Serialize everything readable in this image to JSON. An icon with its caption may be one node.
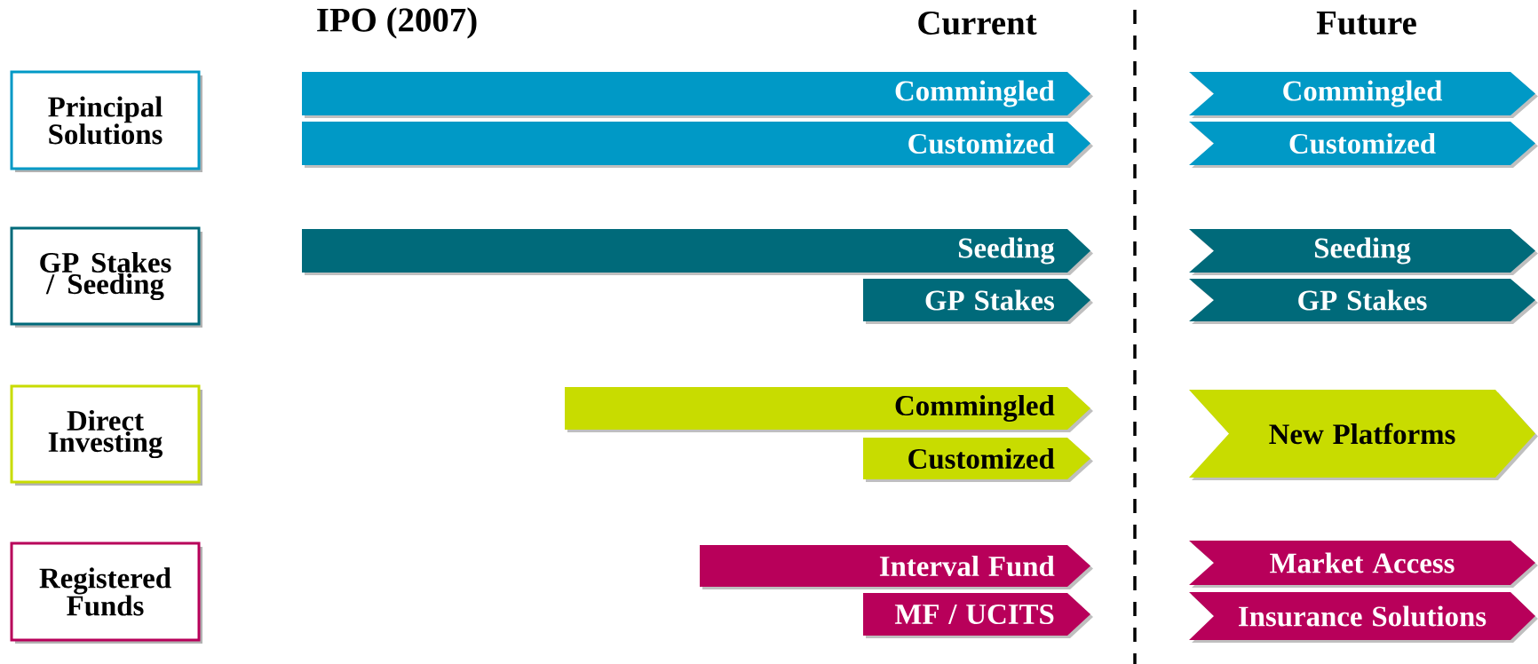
{
  "diagram": {
    "nodes": [
      {
        "text": [
          "Principal Solutions"
        ]
      },
      {
        "text": [
          "Commingled"
        ]
      },
      {
        "text": [
          "Customized"
        ]
      },
      {
        "text": [
          "Commingled"
        ]
      },
      {
        "text": [
          "Customized"
        ]
      },
      {
        "text": [
          "GP Stakes / Seeding"
        ]
      },
      {
        "text": [
          "Seeding"
        ]
      },
      {
        "text": [
          "GP Stakes"
        ]
      },
      {
        "text": [
          "Seeding"
        ]
      },
      {
        "text": [
          "GP Stakes"
        ]
      },
      {
        "text": [
          "Direct Investing"
        ]
      },
      {
        "text": [
          "Commingled"
        ]
      },
      {
        "text": [
          "Customized"
        ]
      },
      {
        "text": [
          "New Platforms"
        ]
      },
      {
        "text": [
          "Registered Funds"
        ]
      },
      {
        "text": [
          "Interval Fund"
        ]
      },
      {
        "text": [
          "MF / UCITS"
        ]
      },
      {
        "text": [
          "Market Access"
        ]
      },
      {
        "text": [
          "Insurance Solutions"
        ]
      }
    ],
    "labels": [
      "IPO (2007)",
      "Current",
      "Future"
    ]
  }
}
